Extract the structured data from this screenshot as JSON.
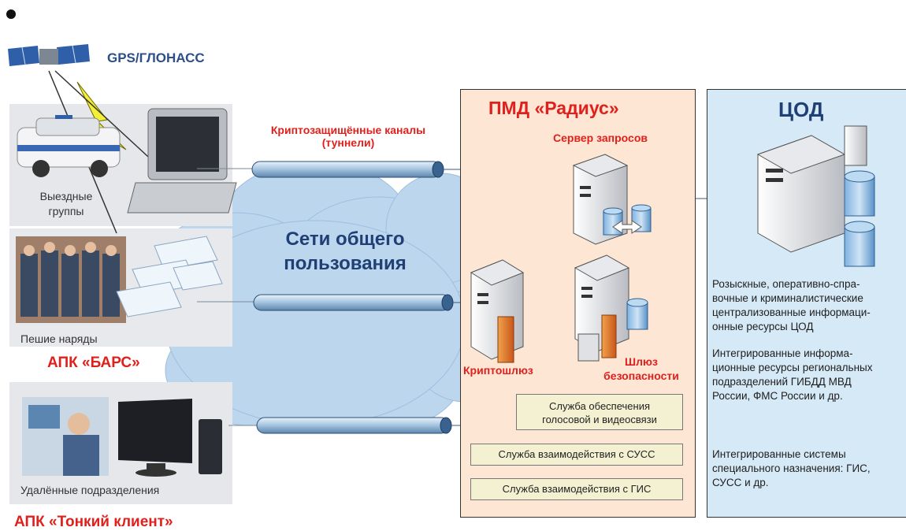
{
  "top": {
    "gps_label": "GPS/ГЛОНАСС"
  },
  "channels": {
    "title_line1": "Криптозащищённые каналы",
    "title_line2": "(туннели)"
  },
  "cloud": {
    "line1": "Сети общего",
    "line2": "пользования"
  },
  "groups": {
    "field_line1": "Выездные",
    "field_line2": "группы",
    "foot_patrol": "Пешие наряды",
    "remote": "Удалённые подразделения"
  },
  "apk": {
    "bars": "АПК «БАРС»",
    "thin_client": "АПК «Тонкий клиент»"
  },
  "pmd": {
    "title": "ПМД «Радиус»",
    "query_server": "Сервер запросов",
    "crypto_gateway": "Криптошлюз",
    "security_gw_line1": "Шлюз",
    "security_gw_line2": "безопасности",
    "services": [
      {
        "line1": "Служба обеспечения",
        "line2": "голосовой и видеосвязи"
      },
      {
        "line1": "Служба взаимодействия с СУСС",
        "line2": ""
      },
      {
        "line1": "Служба взаимодействия с ГИС",
        "line2": ""
      }
    ]
  },
  "cod": {
    "title": "ЦОД",
    "text1": [
      "Розыскные, оперативно-спра-",
      "вочные и криминалистические",
      "централизованные информаци-",
      "онные ресурсы ЦОД"
    ],
    "text2": [
      "Интегрированные информа-",
      "ционные ресурсы региональных",
      "подразделений ГИБДД МВД",
      "России, ФМС России и др."
    ],
    "text3": [
      "Интегрированные системы",
      "специального назначения: ГИС,",
      "СУСС и др."
    ]
  },
  "colors": {
    "accent_red": "#e0201c",
    "pmd_bg": "#fde6d4",
    "cod_bg": "#d6e9f6",
    "pipe": "#9ec0dc",
    "cloud": "#b9d4ec"
  }
}
